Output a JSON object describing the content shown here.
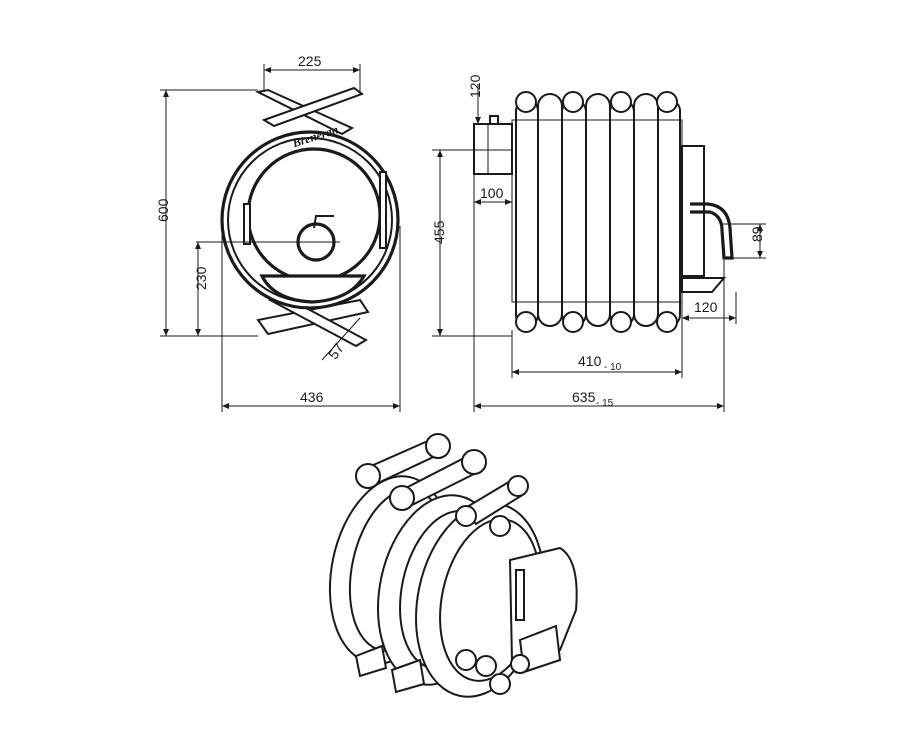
{
  "front_view": {
    "dim_top_width": "225",
    "dim_height_total": "600",
    "dim_height_lower": "230",
    "dim_angle": "57",
    "dim_base_width": "436",
    "logo_text": "Breneran"
  },
  "side_view": {
    "dim_chimney_height": "120",
    "dim_chimney_offset": "100",
    "dim_body_height": "455",
    "dim_handle": "89",
    "dim_rear": "120",
    "dim_body_length": "410",
    "dim_body_length_tol": "- 10",
    "dim_total_length": "635",
    "dim_total_length_tol": "- 15"
  },
  "iso_view": {}
}
